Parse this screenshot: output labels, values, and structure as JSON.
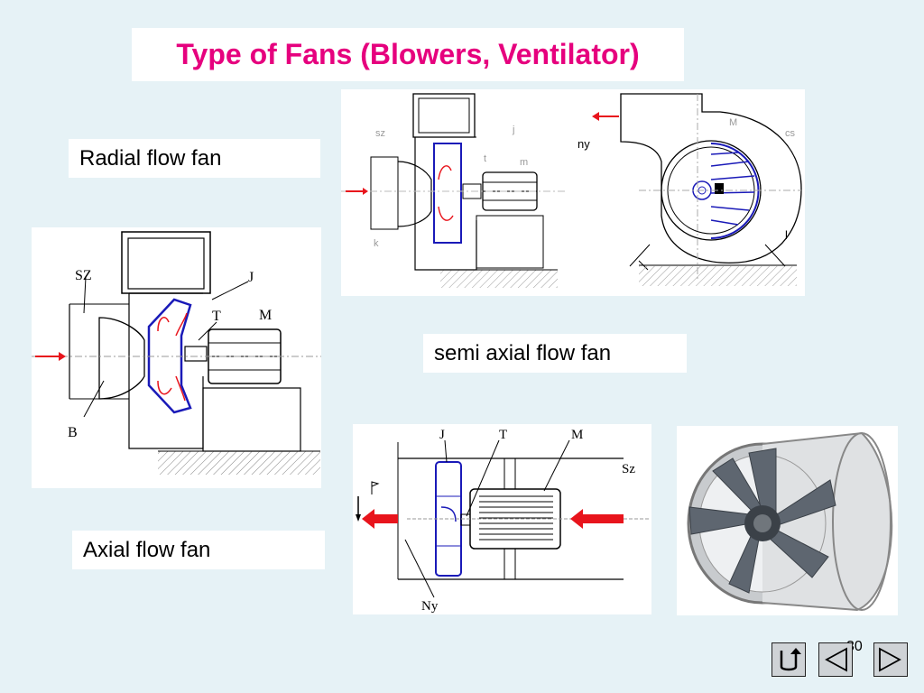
{
  "title": "Type of Fans (Blowers, Ventilator)",
  "labels": {
    "radial": "Radial flow fan",
    "semi_axial": "semi axial flow fan",
    "axial": "Axial flow fan"
  },
  "diagram_semi_axial": {
    "sz": "SZ",
    "j": "J",
    "t": "T",
    "m": "M",
    "b": "B"
  },
  "diagram_radial": {
    "sz": "sz",
    "j": "j",
    "t": "t",
    "m": "m",
    "k": "k",
    "ny": "ny",
    "M": "M",
    "cs": "cs",
    "l": "l"
  },
  "diagram_axial": {
    "j": "J",
    "t": "T",
    "m": "M",
    "sz": "Sz",
    "ny": "Ny"
  },
  "footer": {
    "page_number": "30"
  },
  "colors": {
    "title": "#e6007e",
    "background": "#e6f2f6",
    "arrow_red": "#e8141c",
    "blade_blue": "#1a1ab8"
  }
}
